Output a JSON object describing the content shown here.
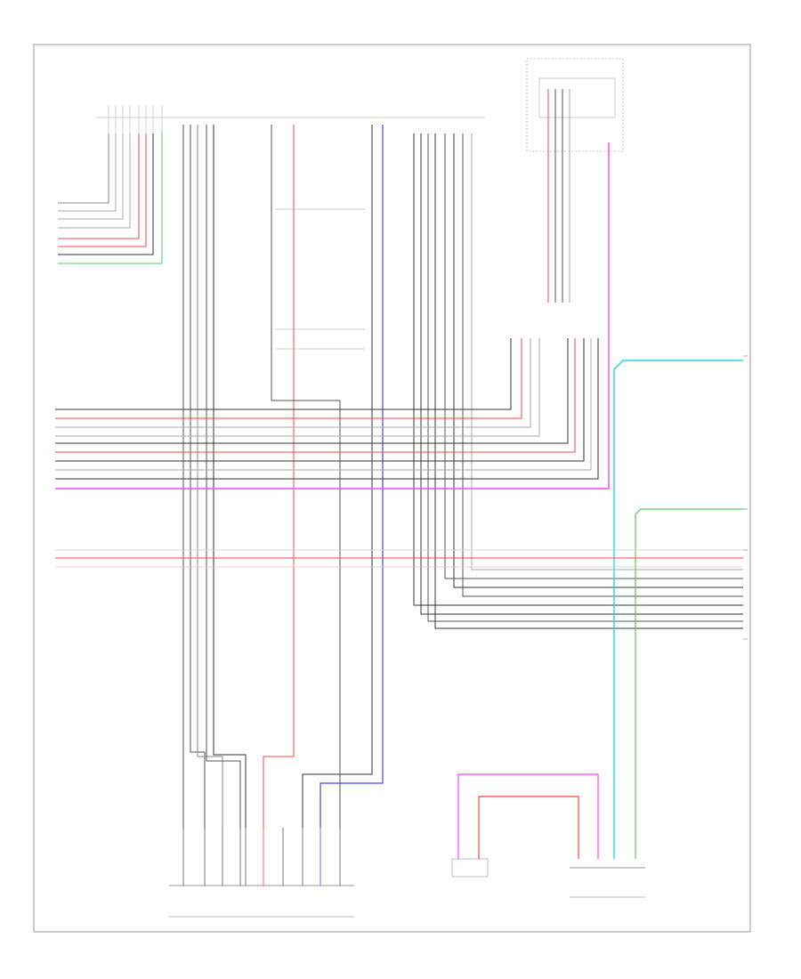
{
  "diagram": {
    "footer_code": "",
    "legend": {
      "items": [
        {
          "label": ""
        },
        {
          "label": ""
        }
      ]
    },
    "colors": {
      "wire_black": "#333333",
      "wire_red": "#ff4444",
      "wire_green": "#55cc55",
      "wire_blue": "#4444ff",
      "wire_magenta": "#ff44ff",
      "wire_cyan": "#22dddd",
      "wire_gray": "#888888",
      "frame": "#999999"
    },
    "components": [
      {
        "id": "top-center-connector",
        "label": ""
      },
      {
        "id": "top-right-module",
        "label": ""
      },
      {
        "id": "bottom-left-connector",
        "label": ""
      },
      {
        "id": "bottom-mid-component",
        "label": ""
      },
      {
        "id": "bottom-right-component",
        "label": ""
      }
    ]
  }
}
